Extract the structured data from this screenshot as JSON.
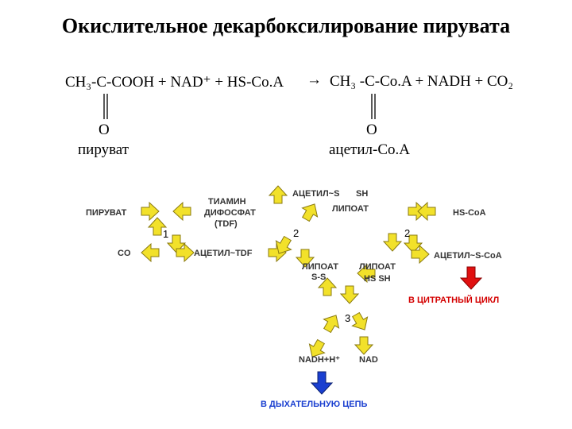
{
  "title": "Окислительное декарбоксилирование пирувата",
  "equation": {
    "reactants": "CH₃-C-COOH + NAD⁺ + HS-Co.A",
    "arrow": "→",
    "products": "CH₃ -C-Co.A + NADH + CO₂",
    "o_left": "O",
    "o_right": "O",
    "pyruvate_caption": "пируват",
    "acetylcoa_caption": "ацетил-Co.A"
  },
  "scheme": {
    "pyruvate": "ПИРУВАТ",
    "co": "CO",
    "tdf1": "ТИАМИН",
    "tdf2": "ДИФОСФАТ",
    "tdf3": "(TDF)",
    "acetyl_tdf": "АЦЕТИЛ~TDF",
    "acetyl_lipoate_top1": "АЦЕТИЛ~S",
    "acetyl_lipoate_top2": "SH",
    "lipoate_top": "ЛИПОАТ",
    "hs_coa": "HS-CoA",
    "acetyl_s_coa": "АЦЕТИЛ~S-CoA",
    "lipoate_ss_1": "ЛИПОАТ",
    "lipoate_ss_2": "S-S",
    "lipoate_hs_1": "ЛИПОАТ",
    "lipoate_hs_2": "HS  SH",
    "citrate": "В ЦИТРАТНЫЙ ЦИКЛ",
    "nadh": "NADH+H⁺",
    "nad": "NAD",
    "resp": "В ДЫХАТЕЛЬНУЮ ЦЕПЬ",
    "step1": "1",
    "step2a": "2",
    "step2b": "2",
    "step3": "3"
  },
  "colors": {
    "arrow_fill": "#f2e12a",
    "arrow_stroke": "#8a7a10",
    "red": "#d40000",
    "blue": "#1a3fd0"
  }
}
